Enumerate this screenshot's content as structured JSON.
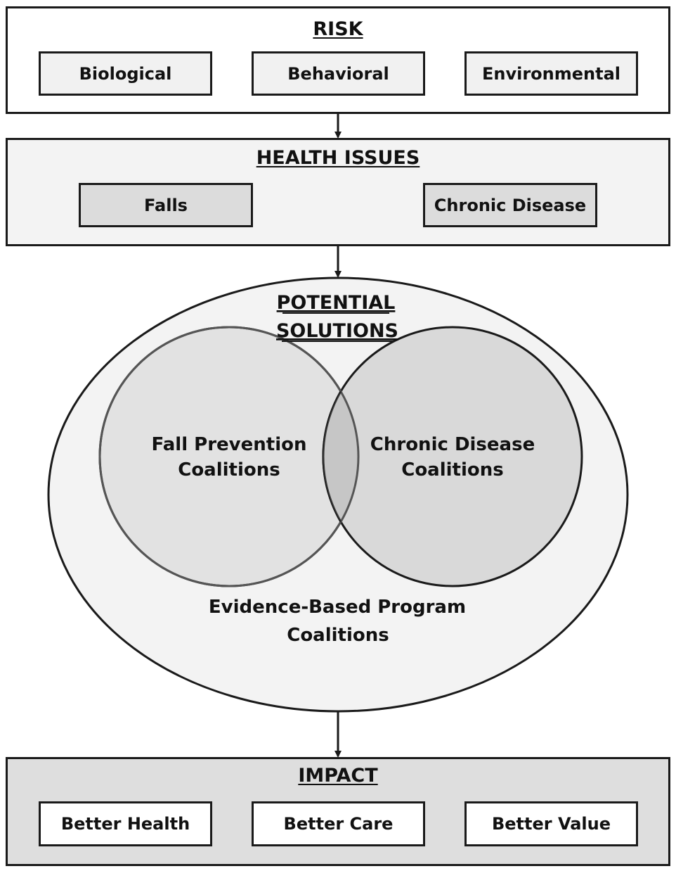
{
  "risk": {
    "title": "RISK",
    "items": [
      "Biological",
      "Behavioral",
      "Environmental"
    ]
  },
  "health_issues": {
    "title": "HEALTH ISSUES",
    "items": [
      "Falls",
      "Chronic Disease"
    ]
  },
  "potential_solutions": {
    "title_line1": "POTENTIAL",
    "title_line2": "SOLUTIONS",
    "left_circle_line1": "Fall Prevention",
    "left_circle_line2": "Coalitions",
    "right_circle_line1": "Chronic Disease",
    "right_circle_line2": "Coalitions",
    "outer_line1": "Evidence-Based Program",
    "outer_line2": "Coalitions"
  },
  "impact": {
    "title": "IMPACT",
    "items": [
      "Better Health",
      "Better Care",
      "Better Value"
    ]
  },
  "colors": {
    "stroke": "#1a1a1a",
    "ellipse_fill": "#f3f3f3",
    "circle_fill": "#dcdcdc",
    "overlap_fill": "#c9c9c9"
  }
}
